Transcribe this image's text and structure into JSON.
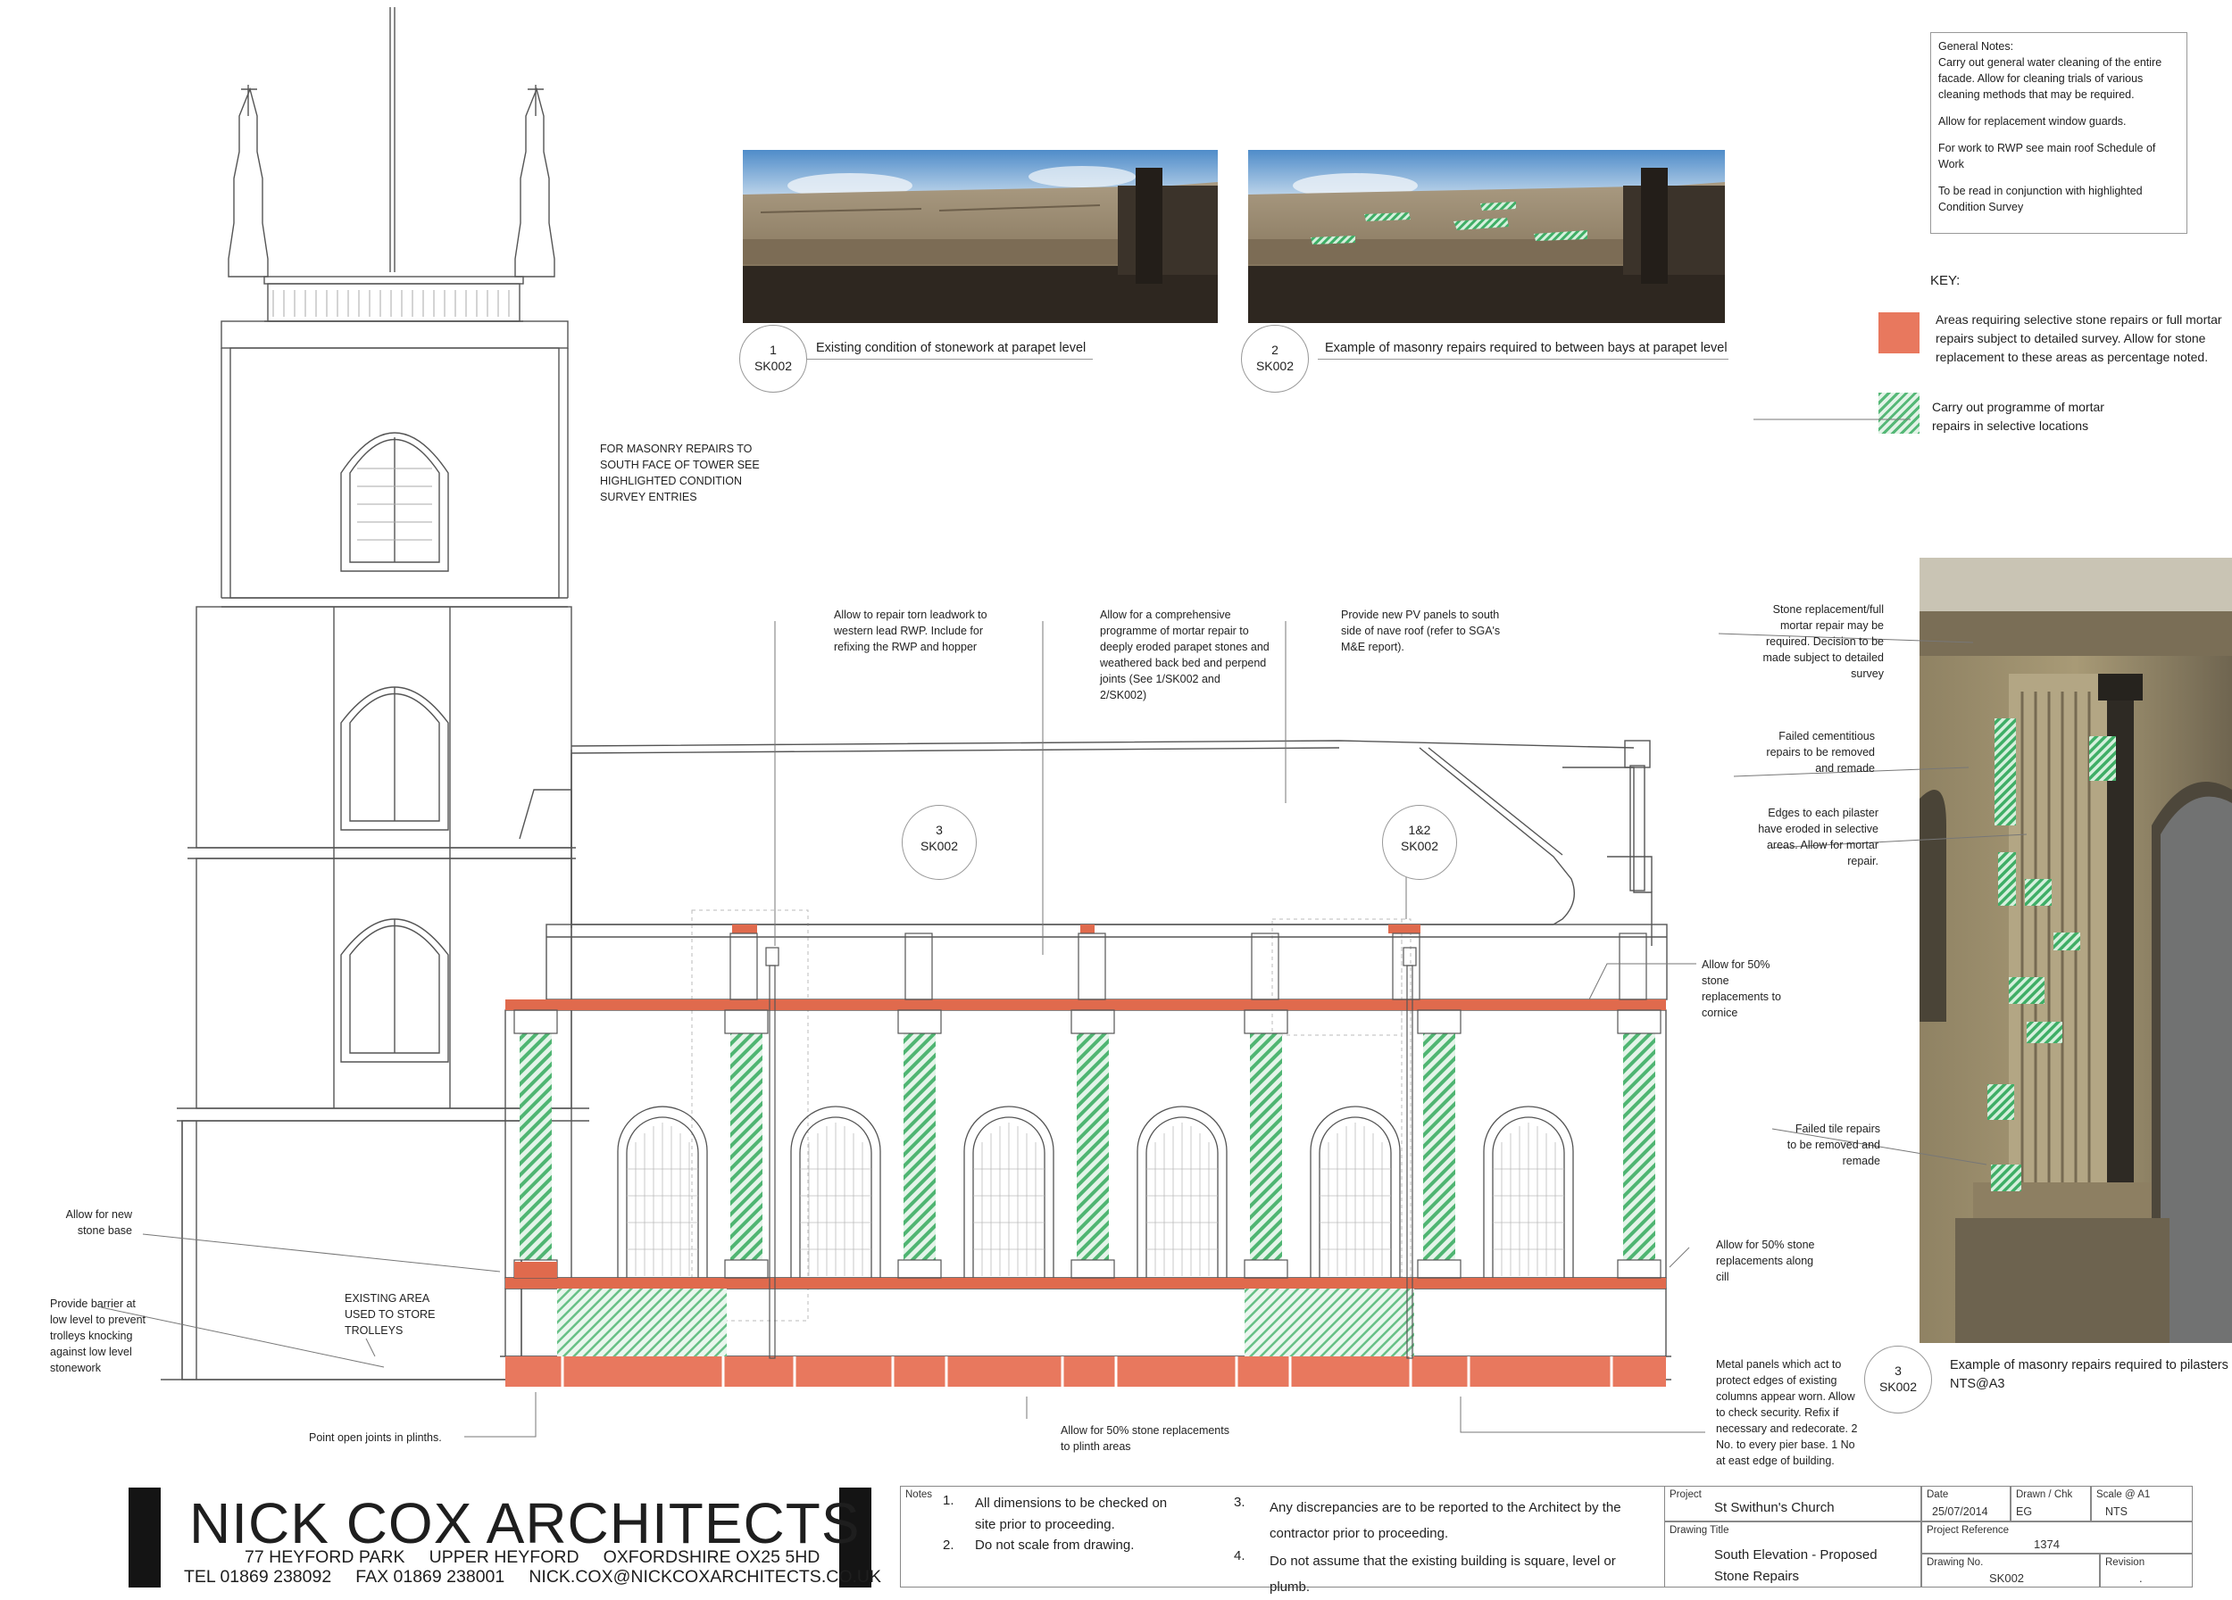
{
  "general_notes": {
    "heading": "General Notes:",
    "items": [
      "Carry out general water cleaning of the entire facade. Allow for cleaning trials of various cleaning methods that may be required.",
      "Allow for replacement window guards.",
      "For work to RWP see main roof Schedule of Work",
      "To be read in conjunction with highlighted Condition Survey"
    ]
  },
  "key": {
    "heading": "KEY:",
    "items": [
      {
        "color": "#e8785e",
        "text": "Areas requiring selective stone repairs or full mortar repairs subject to detailed survey. Allow for stone replacement to these areas as percentage noted."
      },
      {
        "color": "#55b877",
        "text": "Carry out programme of mortar repairs in selective locations"
      }
    ]
  },
  "details": [
    {
      "num": "1",
      "sheet": "SK002",
      "caption": "Existing condition of stonework at parapet level"
    },
    {
      "num": "2",
      "sheet": "SK002",
      "caption": "Example of masonry repairs required to between bays at parapet level"
    },
    {
      "num": "3",
      "sheet": "SK002",
      "caption": "Example of masonry repairs required to pilasters",
      "scale": "NTS@A3"
    }
  ],
  "elevation_refs": [
    {
      "num": "3",
      "sheet": "SK002"
    },
    {
      "num": "1&2",
      "sheet": "SK002"
    }
  ],
  "annotations": {
    "tower_masonry": "FOR MASONRY REPAIRS TO SOUTH FACE OF TOWER SEE HIGHLIGHTED CONDITION SURVEY ENTRIES",
    "leadwork": "Allow to repair torn leadwork to western lead RWP. Include for refixing the RWP and hopper",
    "mortar_programme": "Allow for a comprehensive programme of mortar repair to deeply eroded parapet stones and weathered back bed and perpend joints (See 1/SK002 and 2/SK002)",
    "pv_panels": "Provide new PV panels to south side of nave roof (refer to SGA's M&E report).",
    "cornice": "Allow for 50% stone replacements to cornice",
    "stone_base": "Allow for new stone base",
    "barrier": "Provide barrier at low level to prevent trolleys knocking against low level stonework",
    "existing_area": "EXISTING AREA USED TO STORE TROLLEYS",
    "plinth_joints": "Point open joints in plinths.",
    "plinth_areas": "Allow for 50% stone replacements to plinth areas",
    "cill": "Allow for 50% stone replacements along cill",
    "metal_panels": "Metal panels which act to protect edges of existing columns appear worn. Allow to check security. Refix if necessary and redecorate. 2 No. to every pier base. 1 No at east edge of building.",
    "photo_stone": "Stone replacement/full mortar repair may be required. Decision to be made subject to detailed survey",
    "photo_cementitious": "Failed cementitious repairs to be removed and remade",
    "photo_edges": "Edges to each pilaster have eroded in selective areas. Allow for mortar repair.",
    "photo_tile": "Failed tile repairs to be removed and remade"
  },
  "company": {
    "name": "NICK COX ARCHITECTS",
    "address": "77 HEYFORD PARK     UPPER HEYFORD     OXFORDSHIRE OX25 5HD",
    "contact": "TEL 01869 238092     FAX 01869 238001     NICK.COX@NICKCOXARCHITECTS.CO.UK"
  },
  "title_block": {
    "notes_label": "Notes",
    "notes": [
      {
        "n": "1.",
        "t": "All dimensions to be checked on site prior to proceeding."
      },
      {
        "n": "2.",
        "t": "Do not scale from drawing."
      },
      {
        "n": "3.",
        "t": "Any discrepancies are to be reported to the Architect by the contractor prior to proceeding."
      },
      {
        "n": "4.",
        "t": "Do not assume that the existing building is square, level or plumb."
      }
    ],
    "project_label": "Project",
    "project": "St Swithun's Church",
    "drawing_title_label": "Drawing Title",
    "drawing_title": "South Elevation - Proposed Stone Repairs",
    "date_label": "Date",
    "date": "25/07/2014",
    "drawn_label": "Drawn / Chk",
    "drawn": "EG",
    "scale_label": "Scale @ A1",
    "scale": "NTS",
    "ref_label": "Project Reference",
    "ref": "1374",
    "drawing_no_label": "Drawing No.",
    "drawing_no": "SK002",
    "revision_label": "Revision",
    "revision": "."
  }
}
